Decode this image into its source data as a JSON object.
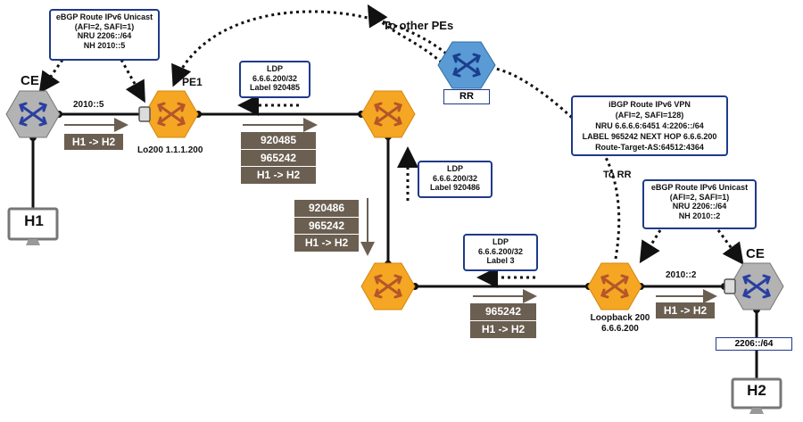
{
  "nodes": {
    "ce_left": "CE",
    "pe1": "PE1",
    "pe1_loopback": "Lo200 1.1.1.200",
    "rr": "RR",
    "ce_right": "CE",
    "pe2_loopback_line1": "Loopback 200",
    "pe2_loopback_line2": "6.6.6.200",
    "h1": "H1",
    "h2": "H2",
    "h2_prefix": "2206::/64"
  },
  "links": {
    "ce_pe1_addr": "2010::5",
    "pe2_ce_addr": "2010::2",
    "to_other_pes": "To other PEs",
    "to_rr": "To RR"
  },
  "callouts": {
    "ebgp_left": [
      "eBGP Route IPv6 Unicast",
      "(AFI=2, SAFI=1)",
      "NRU 2206::/64",
      "NH 2010::5"
    ],
    "ldp_top": [
      "LDP",
      "6.6.6.200/32",
      "Label 920485"
    ],
    "ldp_mid": [
      "LDP",
      "6.6.6.200/32",
      "Label 920486"
    ],
    "ldp_bottom": [
      "LDP",
      "6.6.6.200/32",
      "Label 3"
    ],
    "ibgp": [
      "iBGP Route IPv6 VPN",
      "(AFI=2, SAFI=128)",
      "NRU 6.6.6.6:6451  4:2206::/64",
      "LABEL 965242   NEXT HOP 6.6.6.200",
      "Route-Target-AS:64512:4364"
    ],
    "ebgp_right": [
      "eBGP Route IPv6 Unicast",
      "(AFI=2, SAFI=1)",
      "NRU 2206::/64",
      "NH 2010::2"
    ]
  },
  "stacks": {
    "ce_pe1": [
      "H1 -> H2"
    ],
    "pe1_p1": [
      "920485",
      "965242",
      "H1 -> H2"
    ],
    "p1_p2": [
      "920486",
      "965242",
      "H1 -> H2"
    ],
    "p2_pe2": [
      "965242",
      "H1 -> H2"
    ],
    "pe2_ce": [
      "H1 -> H2"
    ]
  },
  "colors": {
    "router_orange": "#f5a623",
    "router_gray": "#b3b3b3",
    "rr_blue": "#5b9bd5",
    "arrow_blue": "#1f3a8a",
    "arrow_orange": "#c0504d",
    "stack_brown": "#6b5f52",
    "callout_border": "#1f3a8a"
  }
}
